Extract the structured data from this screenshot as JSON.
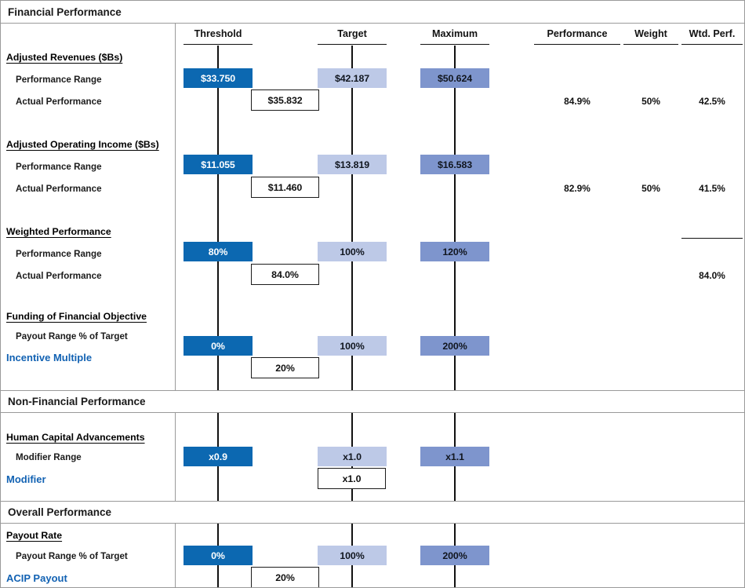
{
  "sections": [
    {
      "id": "financial",
      "title": "Financial Performance"
    },
    {
      "id": "non_financial",
      "title": "Non-Financial Performance"
    },
    {
      "id": "overall",
      "title": "Overall Performance"
    }
  ],
  "columns": {
    "threshold": "Threshold",
    "target": "Target",
    "maximum": "Maximum",
    "performance": "Performance",
    "weight": "Weight",
    "wtd_perf": "Wtd. Perf."
  },
  "row_labels": {
    "performance_range": "Performance Range",
    "actual_performance": "Actual Performance",
    "payout_range": "Payout Range % of Target",
    "modifier_range": "Modifier Range"
  },
  "groups": [
    {
      "id": "adjusted_revenues",
      "label": "Adjusted Revenues ($Bs)",
      "range_label": "Performance Range",
      "actual_label": "Actual Performance",
      "threshold": "$33.750",
      "target": "$42.187",
      "maximum": "$50.624",
      "actual": "$35.832",
      "performance": "84.9%",
      "weight": "50%",
      "wtd_perf": "42.5%"
    },
    {
      "id": "adjusted_operating_income",
      "label": "Adjusted Operating Income ($Bs)",
      "range_label": "Performance Range",
      "actual_label": "Actual Performance",
      "threshold": "$11.055",
      "target": "$13.819",
      "maximum": "$16.583",
      "actual": "$11.460",
      "performance": "82.9%",
      "weight": "50%",
      "wtd_perf": "41.5%"
    },
    {
      "id": "weighted_performance",
      "label": "Weighted Performance",
      "range_label": "Performance Range",
      "actual_label": "Actual Performance",
      "threshold": "80%",
      "target": "100%",
      "maximum": "120%",
      "actual": "84.0%",
      "performance": "",
      "weight": "",
      "wtd_perf": "84.0%"
    },
    {
      "id": "funding_of_financial_objective",
      "label": "Funding of Financial Objective",
      "range_label": "Payout Range % of Target",
      "actual_label": "Incentive Multiple",
      "threshold": "0%",
      "target": "100%",
      "maximum": "200%",
      "actual": "20%",
      "performance": "",
      "weight": "",
      "wtd_perf": ""
    },
    {
      "id": "human_capital_advancements",
      "label": "Human Capital Advancements",
      "range_label": "Modifier Range",
      "actual_label": "Modifier",
      "threshold": "x0.9",
      "target": "x1.0",
      "maximum": "x1.1",
      "actual": "x1.0",
      "performance": "",
      "weight": "",
      "wtd_perf": ""
    },
    {
      "id": "payout_rate",
      "label": "Payout Rate",
      "range_label": "Payout Range % of Target",
      "actual_label": "ACIP Payout",
      "threshold": "0%",
      "target": "100%",
      "maximum": "200%",
      "actual": "20%",
      "performance": "",
      "weight": "",
      "wtd_perf": ""
    }
  ],
  "colors": {
    "threshold_bar": "#0C68B1",
    "target_bar": "#BDC9E7",
    "maximum_bar": "#7E95CD",
    "accent_text": "#1262B3",
    "rule": "#111111",
    "grid": "#9A9A9A"
  },
  "chart_data": {
    "type": "bar",
    "title": "Financial Performance / Non-Financial Performance / Overall Performance",
    "categories": [
      "Threshold",
      "Target",
      "Maximum"
    ],
    "series": [
      {
        "name": "Adjusted Revenues ($Bs)",
        "values": [
          33.75,
          42.187,
          50.624
        ],
        "actual": 35.832,
        "performance_pct": 84.9,
        "weight_pct": 50,
        "wtd_perf_pct": 42.5
      },
      {
        "name": "Adjusted Operating Income ($Bs)",
        "values": [
          11.055,
          13.819,
          16.583
        ],
        "actual": 11.46,
        "performance_pct": 82.9,
        "weight_pct": 50,
        "wtd_perf_pct": 41.5
      },
      {
        "name": "Weighted Performance",
        "values": [
          80,
          100,
          120
        ],
        "actual": 84.0,
        "wtd_perf_pct": 84.0
      },
      {
        "name": "Funding of Financial Objective",
        "values": [
          0,
          100,
          200
        ],
        "actual": 20
      },
      {
        "name": "Human Capital Advancements",
        "values": [
          0.9,
          1.0,
          1.1
        ],
        "actual": 1.0
      },
      {
        "name": "Payout Rate",
        "values": [
          0,
          100,
          200
        ],
        "actual": 20
      }
    ],
    "xlabel": "",
    "ylabel": "",
    "grid": false,
    "legend": "none"
  }
}
